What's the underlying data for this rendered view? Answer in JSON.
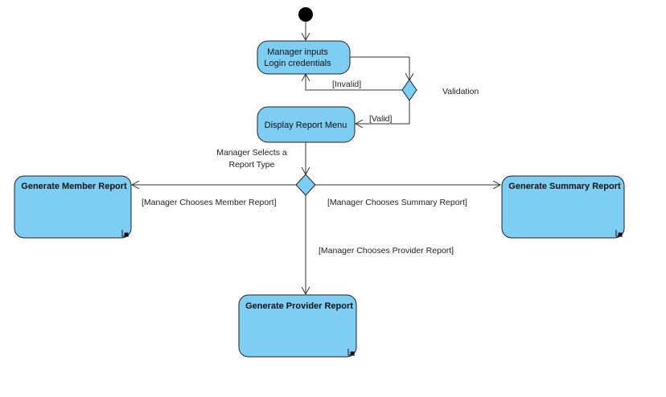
{
  "diagram": {
    "nodes": {
      "login": {
        "line1": "Manager inputs",
        "line2": "Login credentials"
      },
      "menu": {
        "label": "Display Report Menu"
      },
      "member": {
        "label": "Generate Member Report"
      },
      "summary": {
        "label": "Generate Summary Report"
      },
      "provider": {
        "label": "Generate Provider Report"
      }
    },
    "labels": {
      "validation": "Validation",
      "invalid": "[Invalid]",
      "valid": "[Valid]",
      "selects_line1": "Manager Selects a",
      "selects_line2": "Report Type",
      "choose_member": "[Manager Chooses Member Report]",
      "choose_summary": "[Manager Chooses Summary Report]",
      "choose_provider": "[Manager Chooses Provider Report]"
    },
    "colors": {
      "fill": "#7dcef2",
      "stroke": "#222222",
      "start": "#000000"
    },
    "icons": [
      "subactivity-rake-icon"
    ]
  }
}
